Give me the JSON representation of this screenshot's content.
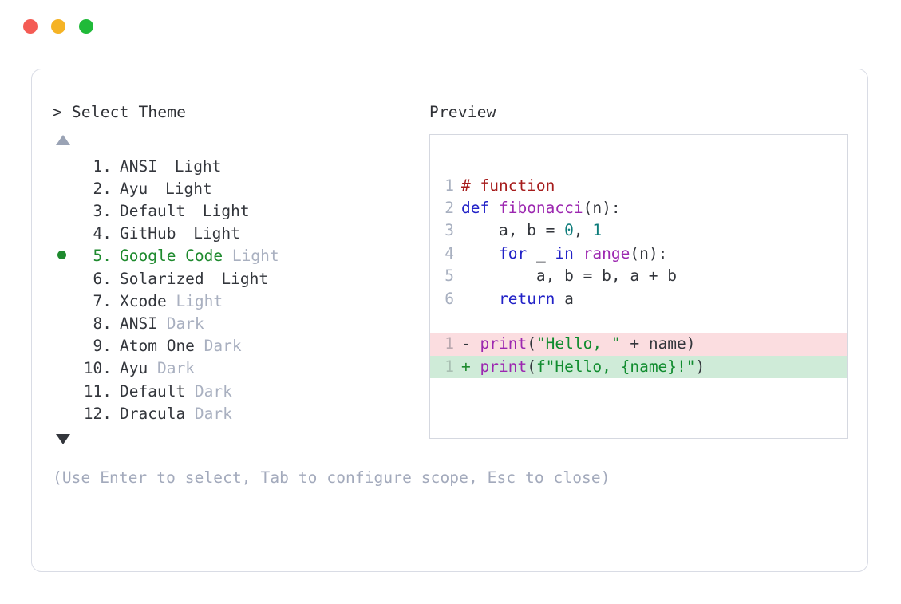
{
  "window": {
    "traffic_lights": [
      {
        "name": "close",
        "color": "#F45B54"
      },
      {
        "name": "minimize",
        "color": "#F5B325"
      },
      {
        "name": "zoom",
        "color": "#20BA39"
      }
    ]
  },
  "selector": {
    "prompt": "> Select Theme",
    "scroll_up_icon": "triangle-up-icon",
    "scroll_down_icon": "triangle-down-icon",
    "selected_index": 5,
    "items": [
      {
        "index": "1.",
        "name": "ANSI",
        "variant": "Light",
        "variant_muted": false,
        "selected": false
      },
      {
        "index": "2.",
        "name": "Ayu",
        "variant": "Light",
        "variant_muted": false,
        "selected": false
      },
      {
        "index": "3.",
        "name": "Default",
        "variant": "Light",
        "variant_muted": false,
        "selected": false
      },
      {
        "index": "4.",
        "name": "GitHub",
        "variant": "Light",
        "variant_muted": false,
        "selected": false
      },
      {
        "index": "5.",
        "name": "Google Code",
        "variant": "Light",
        "variant_muted": true,
        "selected": true
      },
      {
        "index": "6.",
        "name": "Solarized",
        "variant": "Light",
        "variant_muted": false,
        "selected": false
      },
      {
        "index": "7.",
        "name": "Xcode",
        "variant": "Light",
        "variant_muted": true,
        "selected": false
      },
      {
        "index": "8.",
        "name": "ANSI",
        "variant": "Dark",
        "variant_muted": true,
        "selected": false
      },
      {
        "index": "9.",
        "name": "Atom One",
        "variant": "Dark",
        "variant_muted": true,
        "selected": false
      },
      {
        "index": "10.",
        "name": "Ayu",
        "variant": "Dark",
        "variant_muted": true,
        "selected": false
      },
      {
        "index": "11.",
        "name": "Default",
        "variant": "Dark",
        "variant_muted": true,
        "selected": false
      },
      {
        "index": "12.",
        "name": "Dracula",
        "variant": "Dark",
        "variant_muted": true,
        "selected": false
      }
    ],
    "hint": "(Use Enter to select, Tab to configure scope, Esc to close)"
  },
  "preview": {
    "title": "Preview",
    "code_lines": [
      {
        "ln": "1",
        "tokens": [
          {
            "t": "# function",
            "c": "comment"
          }
        ]
      },
      {
        "ln": "2",
        "tokens": [
          {
            "t": "def ",
            "c": "keyword"
          },
          {
            "t": "fibonacci",
            "c": "func"
          },
          {
            "t": "(n):",
            "c": "plain"
          }
        ]
      },
      {
        "ln": "3",
        "tokens": [
          {
            "t": "    a, b = ",
            "c": "plain"
          },
          {
            "t": "0",
            "c": "number"
          },
          {
            "t": ", ",
            "c": "plain"
          },
          {
            "t": "1",
            "c": "number"
          }
        ]
      },
      {
        "ln": "4",
        "tokens": [
          {
            "t": "    ",
            "c": "plain"
          },
          {
            "t": "for",
            "c": "keyword"
          },
          {
            "t": " _ ",
            "c": "plain"
          },
          {
            "t": "in",
            "c": "keyword"
          },
          {
            "t": " ",
            "c": "plain"
          },
          {
            "t": "range",
            "c": "builtin"
          },
          {
            "t": "(n):",
            "c": "plain"
          }
        ]
      },
      {
        "ln": "5",
        "tokens": [
          {
            "t": "        a, b = b, a + b",
            "c": "plain"
          }
        ]
      },
      {
        "ln": "6",
        "tokens": [
          {
            "t": "    ",
            "c": "plain"
          },
          {
            "t": "return",
            "c": "keyword"
          },
          {
            "t": " a",
            "c": "plain"
          }
        ]
      }
    ],
    "diff_lines": [
      {
        "ln": "1",
        "kind": "del",
        "tokens": [
          {
            "t": "- ",
            "c": "marker-del"
          },
          {
            "t": "print",
            "c": "builtin"
          },
          {
            "t": "(",
            "c": "plain"
          },
          {
            "t": "\"Hello, \"",
            "c": "string"
          },
          {
            "t": " + name)",
            "c": "plain"
          }
        ]
      },
      {
        "ln": "1",
        "kind": "add",
        "tokens": [
          {
            "t": "+ ",
            "c": "marker-add"
          },
          {
            "t": "print",
            "c": "builtin"
          },
          {
            "t": "(",
            "c": "plain"
          },
          {
            "t": "f\"Hello, {name}!\"",
            "c": "string"
          },
          {
            "t": ")",
            "c": "plain"
          }
        ]
      }
    ]
  },
  "colors": {
    "card_border": "#D9DCE5",
    "preview_border": "#D5D8E0",
    "selected_green": "#1E8A2E",
    "muted_text": "#A9B0C0",
    "hint_text": "#A3AABC",
    "diff_del_bg": "#FBDDE0",
    "diff_add_bg": "#CFEBD8",
    "comment": "#A61C1C",
    "keyword": "#2222C7",
    "function": "#9C27B0",
    "number": "#0E7C7B",
    "string": "#118C2F"
  }
}
